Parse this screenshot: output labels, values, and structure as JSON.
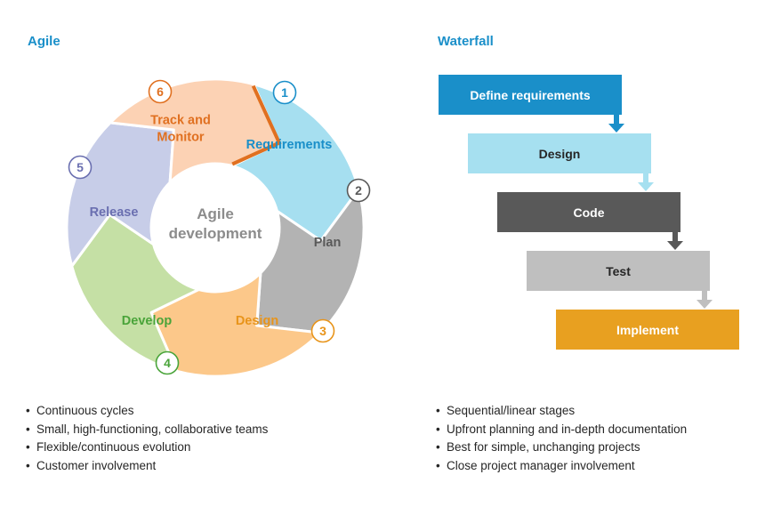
{
  "agile": {
    "title": "Agile",
    "center_line1": "Agile",
    "center_line2": "development",
    "segments": [
      {
        "number": "1",
        "label_lines": [
          "Requirements"
        ],
        "fill": "#a6dff0",
        "text_color": "#1a8fc9"
      },
      {
        "number": "2",
        "label_lines": [
          "Plan"
        ],
        "fill": "#b3b3b3",
        "text_color": "#595959"
      },
      {
        "number": "3",
        "label_lines": [
          "Design"
        ],
        "fill": "#fcc88a",
        "text_color": "#e8941a"
      },
      {
        "number": "4",
        "label_lines": [
          "Develop"
        ],
        "fill": "#c5e0a5",
        "text_color": "#4aa43a"
      },
      {
        "number": "5",
        "label_lines": [
          "Release"
        ],
        "fill": "#c7cde8",
        "text_color": "#6a6fb0"
      },
      {
        "number": "6",
        "label_lines": [
          "Track and",
          "Monitor"
        ],
        "fill": "#fcd2b4",
        "text_color": "#e07020"
      }
    ],
    "bullets": [
      "Continuous cycles",
      "Small, high-functioning,  collaborative teams",
      "Flexible/continuous  evolution",
      "Customer involvement"
    ]
  },
  "waterfall": {
    "title": "Waterfall",
    "stages": [
      {
        "label": "Define requirements",
        "fill": "#1a8fc9",
        "text_color": "#ffffff"
      },
      {
        "label": "Design",
        "fill": "#a6e0f0",
        "text_color": "#262626"
      },
      {
        "label": "Code",
        "fill": "#595959",
        "text_color": "#ffffff"
      },
      {
        "label": "Test",
        "fill": "#bfbfbf",
        "text_color": "#262626"
      },
      {
        "label": "Implement",
        "fill": "#e8a020",
        "text_color": "#ffffff"
      }
    ],
    "bullets": [
      "Sequential/linear stages",
      "Upfront planning  and in-depth documentation",
      "Best for simple, unchanging projects",
      "Close project manager involvement"
    ]
  }
}
